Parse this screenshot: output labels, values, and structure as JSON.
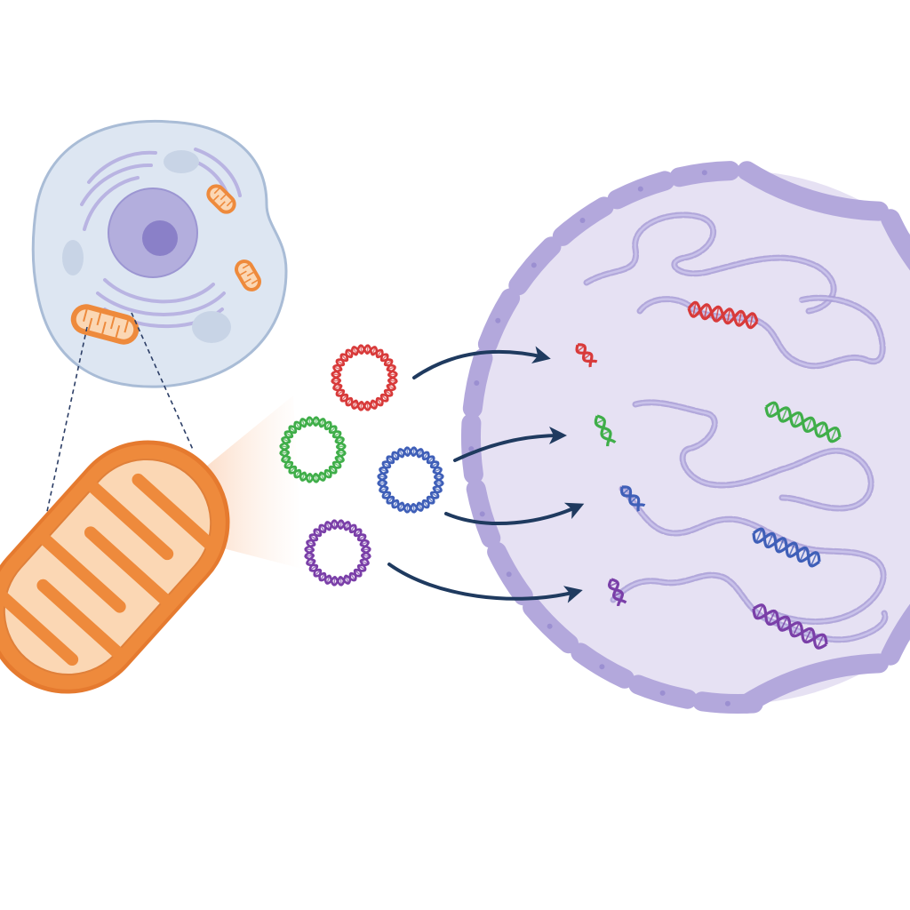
{
  "colors": {
    "background": "#ffffff",
    "cell_body": "#dde6f2",
    "cell_outline": "#a9bcd6",
    "nucleus_outer": "#b3aedd",
    "nucleus_inner": "#8a80c8",
    "er_lines": "#b9b4e2",
    "vacuole": "#c8d4e6",
    "mito_outer": "#ee8a3c",
    "mito_inner": "#fbd7b4",
    "mito_crista": "#ee8a3c",
    "callout_line": "#2c3e66",
    "glow": "#fde3d0",
    "arrow": "#1f3a5f",
    "nucleus_zoom_fill": "#e6e1f3",
    "nuclear_envelope": "#b3a8dc",
    "envelope_pore": "#9b8fd1",
    "chromatin": "#a89ed6",
    "dna_red": "#d83a3a",
    "dna_green": "#3fae49",
    "dna_blue": "#3f5fb8",
    "dna_purple": "#7a3fa8"
  },
  "icons": {
    "cell": "eukaryotic-cell-icon",
    "mitochondrion": "mitochondrion-icon",
    "plasmid": "circular-dna-icon",
    "arrow": "curved-arrow-icon",
    "nucleus": "nucleus-icon",
    "chromosome": "chromatin-strand-icon"
  },
  "mtdna_circles": [
    {
      "id": "red",
      "color_key": "dna_red"
    },
    {
      "id": "green",
      "color_key": "dna_green"
    },
    {
      "id": "blue",
      "color_key": "dna_blue"
    },
    {
      "id": "purple",
      "color_key": "dna_purple"
    }
  ]
}
